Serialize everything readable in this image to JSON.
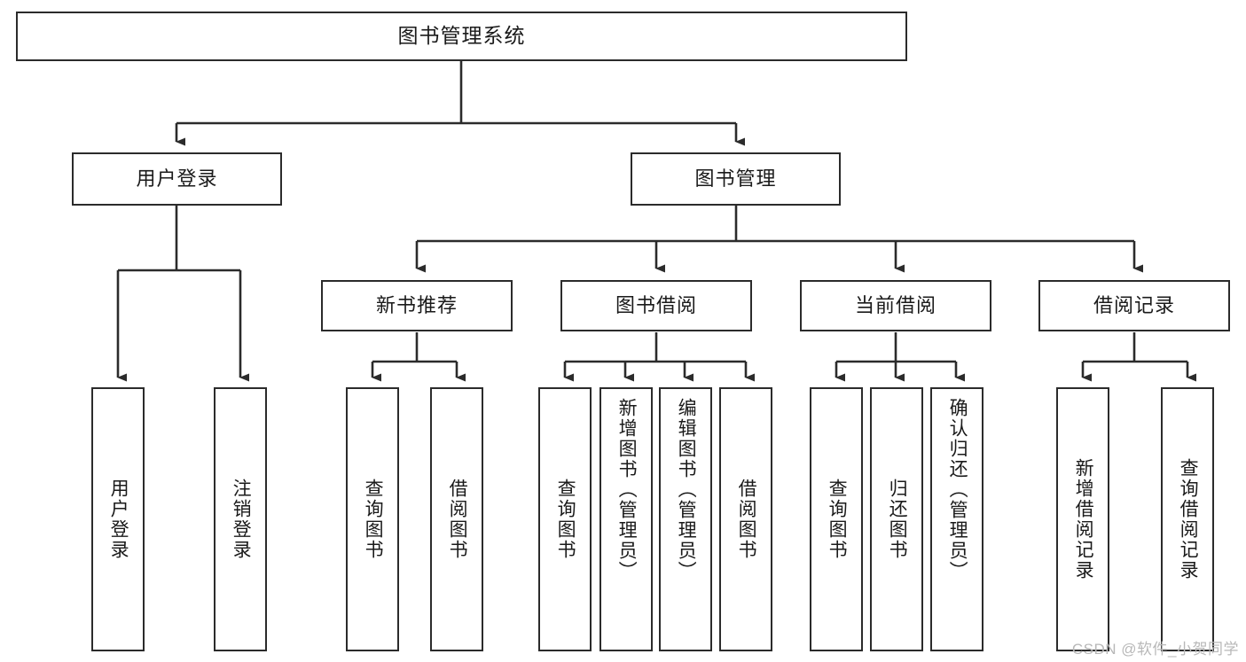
{
  "diagram": {
    "title_node": {
      "label": "图书管理系统"
    },
    "level2": [
      {
        "id": "user-login",
        "label": "用户登录"
      },
      {
        "id": "book-management",
        "label": "图书管理"
      }
    ],
    "level3": [
      {
        "id": "new-book-recommend",
        "label": "新书推荐"
      },
      {
        "id": "book-borrow",
        "label": "图书借阅"
      },
      {
        "id": "current-borrow",
        "label": "当前借阅"
      },
      {
        "id": "borrow-record",
        "label": "借阅记录"
      }
    ],
    "leaves": [
      {
        "id": "leaf-user-login",
        "label": "用户登录"
      },
      {
        "id": "leaf-logout-login",
        "label": "注销登录"
      },
      {
        "id": "leaf-query-book-1",
        "label": "查询图书"
      },
      {
        "id": "leaf-borrow-book-1",
        "label": "借阅图书"
      },
      {
        "id": "leaf-query-book-2",
        "label": "查询图书"
      },
      {
        "id": "leaf-add-book",
        "label": "新增图书（管理员）"
      },
      {
        "id": "leaf-edit-book",
        "label": "编辑图书（管理员）"
      },
      {
        "id": "leaf-borrow-book-2",
        "label": "借阅图书"
      },
      {
        "id": "leaf-query-book-3",
        "label": "查询图书"
      },
      {
        "id": "leaf-return-book",
        "label": "归还图书"
      },
      {
        "id": "leaf-confirm-return",
        "label": "确认归还（管理员）"
      },
      {
        "id": "leaf-add-borrow-record",
        "label": "新增借阅记录"
      },
      {
        "id": "leaf-query-borrow-record",
        "label": "查询借阅记录"
      }
    ]
  },
  "watermark": {
    "text": "CSDN @软件_小贺同学"
  },
  "colors": {
    "stroke": "#2b2b2b",
    "background": "#ffffff",
    "text": "#1a1a1a",
    "watermark": "#b8b8b8"
  }
}
